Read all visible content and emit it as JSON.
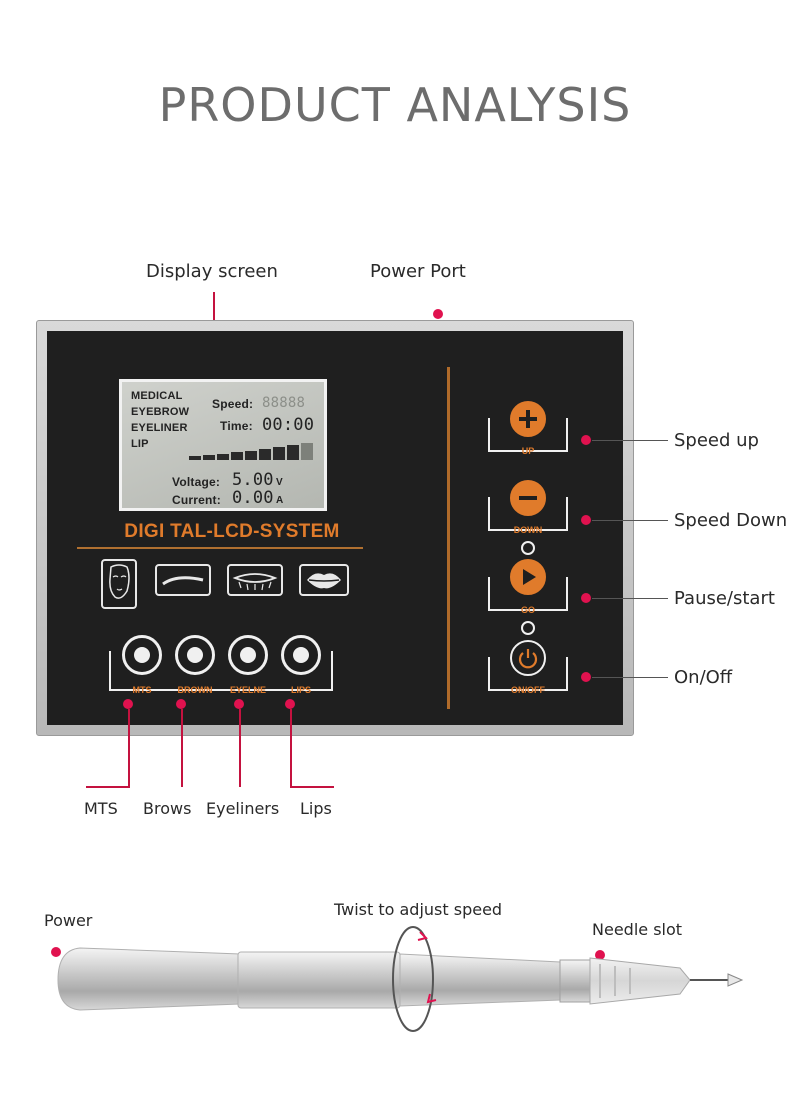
{
  "page": {
    "title": "PRODUCT ANALYSIS"
  },
  "callouts": {
    "display_screen": "Display screen",
    "power_port": "Power Port",
    "speed_up": "Speed up",
    "speed_down": "Speed Down",
    "pause_start": "Pause/start",
    "on_off": "On/Off",
    "mts": "MTS",
    "brows": "Brows",
    "eyeliners": "Eyeliners",
    "lips": "Lips"
  },
  "lcd": {
    "modes": [
      "MEDICAL",
      "EYEBROW",
      "EYELINER",
      "LIP"
    ],
    "speed_label": "Speed:",
    "speed_value": "88888",
    "time_label": "Time:",
    "time_value": "00:00",
    "voltage_label": "Voltage:",
    "voltage_value": "5.00",
    "voltage_unit": "V",
    "current_label": "Current:",
    "current_value": "0.00",
    "current_unit": "A"
  },
  "device": {
    "brand": "DIGI TAL-LCD-SYSTEM",
    "mode_buttons": [
      "MTS",
      "BROWN",
      "EYELNE",
      "LIPS"
    ],
    "controls": [
      "UP",
      "DOWN",
      "GO",
      "ON/OFF"
    ]
  },
  "pen": {
    "power": "Power",
    "twist": "Twist to adjust speed",
    "needle": "Needle slot"
  },
  "colors": {
    "accent": "#e0124f",
    "brand_orange": "#e07b2b",
    "panel": "#1f1f1f"
  }
}
